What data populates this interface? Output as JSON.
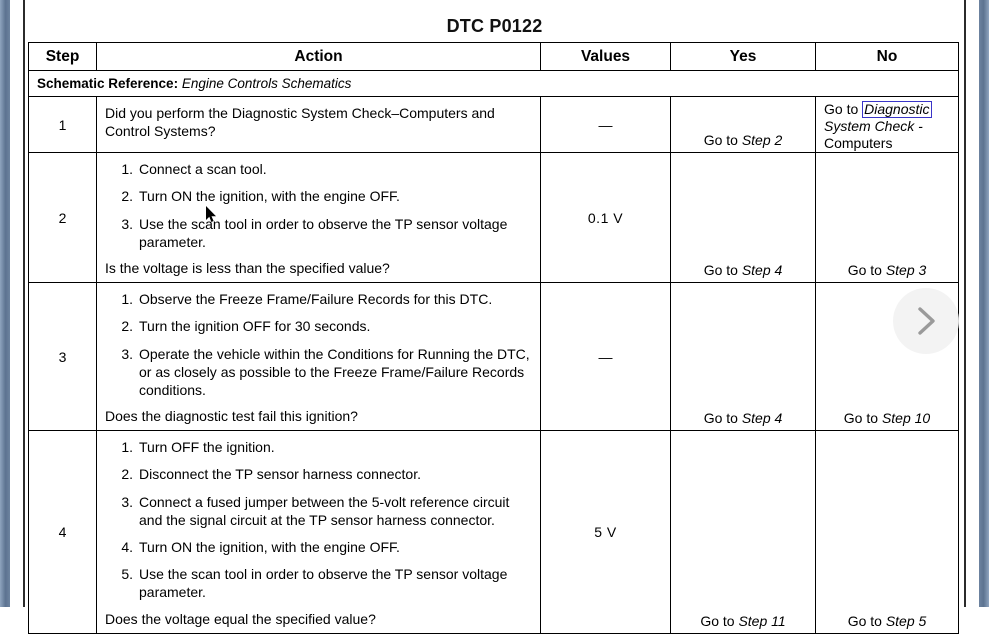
{
  "document": {
    "title": "DTC P0122"
  },
  "table": {
    "headers": {
      "step": "Step",
      "action": "Action",
      "values": "Values",
      "yes": "Yes",
      "no": "No"
    },
    "schematic": {
      "label": "Schematic Reference:",
      "value": "Engine Controls Schematics"
    },
    "rows": [
      {
        "step": "1",
        "intro": "Did you perform the Diagnostic System Check–Computers and Control  Systems?",
        "items": [],
        "question": "",
        "values": "—",
        "yes": "Go to Step 2",
        "yes_prefix": "Go to ",
        "yes_target": "Step 2",
        "no_prefix": "Go to ",
        "no_link": "Diagnostic",
        "no_link_tail": " System Check -",
        "no_tail": "Computers"
      },
      {
        "step": "2",
        "intro": "",
        "items": [
          "Connect a scan tool.",
          "Turn ON the ignition, with the engine OFF.",
          "Use the scan tool in order to observe the TP sensor voltage parameter."
        ],
        "question": "Is the voltage is less than the specified value?",
        "values": "0.1  V",
        "yes_prefix": "Go to ",
        "yes_target": "Step 4",
        "no_prefix": "Go to ",
        "no_target": "Step 3"
      },
      {
        "step": "3",
        "intro": "",
        "items": [
          "Observe the Freeze Frame/Failure Records for this DTC.",
          "Turn the ignition OFF for 30 seconds.",
          "Operate the vehicle within the Conditions for Running the DTC, or as closely as possible to the Freeze Frame/Failure Records conditions."
        ],
        "question": "Does the diagnostic test fail this ignition?",
        "values": "—",
        "yes_prefix": "Go to ",
        "yes_target": "Step 4",
        "no_prefix": "Go to ",
        "no_target": "Step 10"
      },
      {
        "step": "4",
        "intro": "",
        "items": [
          "Turn OFF the ignition.",
          "Disconnect the TP sensor harness connector.",
          "Connect a fused jumper between the 5-volt reference circuit and the signal circuit at the TP sensor harness connector.",
          "Turn ON the ignition, with the engine OFF.",
          "Use the scan tool in order to observe the TP sensor voltage parameter."
        ],
        "question": "Does the voltage equal the specified value?",
        "values": "5 V",
        "yes_prefix": "Go to ",
        "yes_target": "Step 11",
        "no_prefix": "Go to ",
        "no_target": "Step 5"
      }
    ]
  },
  "controls": {
    "next_page_icon": "chevron-right-icon"
  },
  "colors": {
    "link_border": "#3a35c8",
    "page_edge": "#5c7390",
    "nav_button_bg": "#f2f2f2",
    "nav_chevron": "#9a9a9a"
  }
}
